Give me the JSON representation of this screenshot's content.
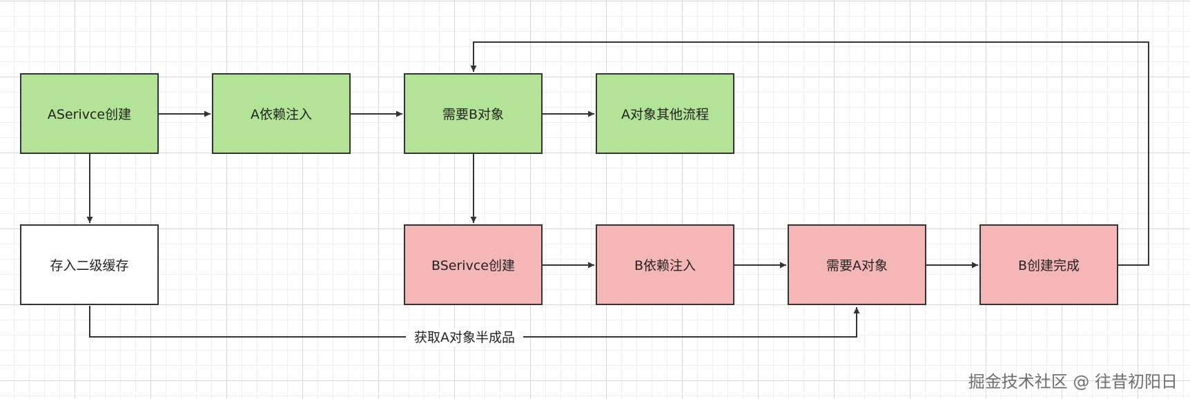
{
  "nodes": {
    "a_create": "ASerivce创建",
    "a_inject": "A依赖注入",
    "need_b": "需要B对象",
    "a_other": "A对象其他流程",
    "save_cache": "存入二级缓存",
    "b_create": "BSerivce创建",
    "b_inject": "B依赖注入",
    "need_a": "需要A对象",
    "b_done": "B创建完成"
  },
  "edge_label": "获取A对象半成品",
  "watermark": "掘金技术社区 @ 往昔初阳日",
  "colors": {
    "green": "#b3e396",
    "pink": "#f5b7b6",
    "white": "#ffffff",
    "stroke": "#333333"
  }
}
